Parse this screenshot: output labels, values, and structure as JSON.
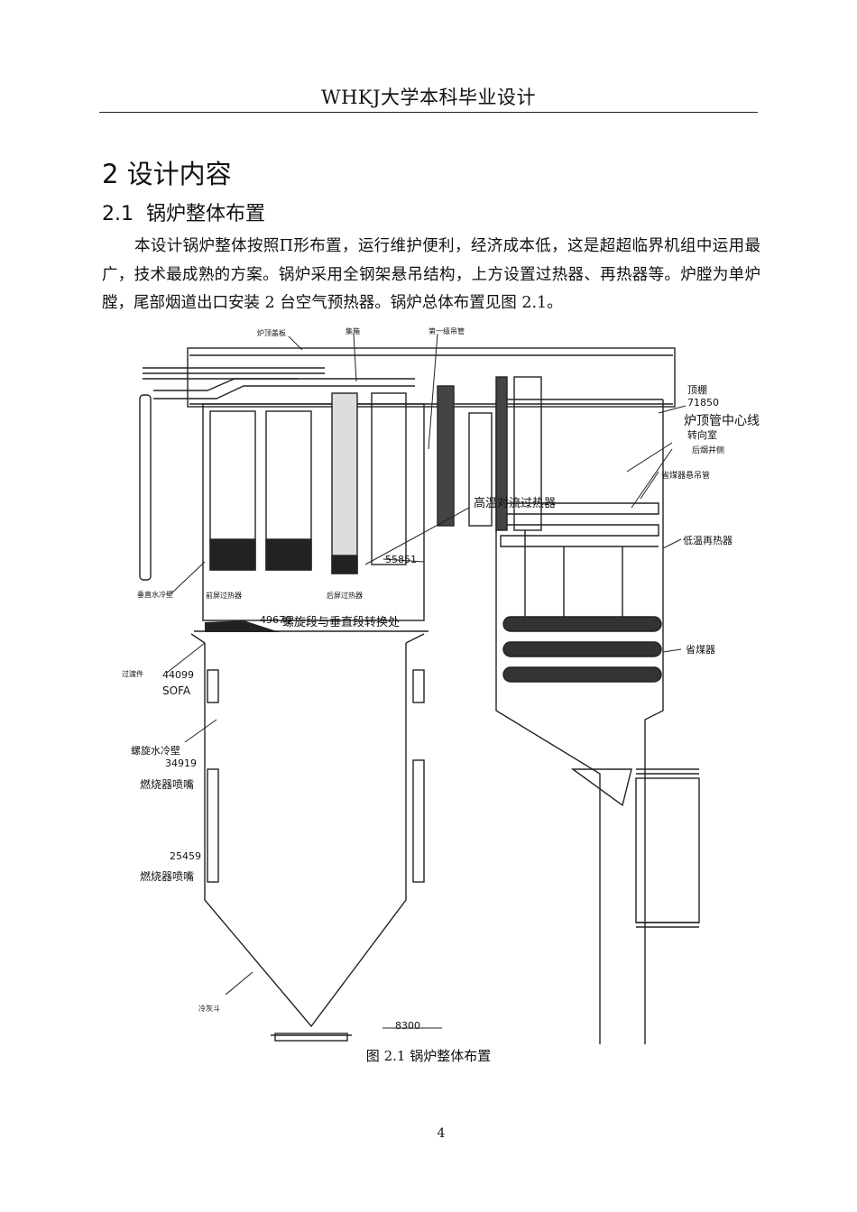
{
  "header": {
    "title": "WHKJ大学本科毕业设计"
  },
  "chapter": {
    "title": "2 设计内容"
  },
  "section": {
    "number": "2.1",
    "title": "锅炉整体布置"
  },
  "paragraph": "本设计锅炉整体按照Π形布置，运行维护便利，经济成本低，这是超超临界机组中运用最广，技术最成熟的方案。锅炉采用全钢架悬吊结构，上方设置过热器、再热器等。炉膛为单炉膛，尾部烟道出口安装 2 台空气预热器。锅炉总体布置见图 2.1。",
  "figure": {
    "labels": {
      "roof_cover": "炉顶盖板",
      "header": "集箱",
      "stage1_pipe": "第一级吊管",
      "top_shed": "顶棚",
      "elev_top": "71850",
      "roof_center": "炉顶管中心线",
      "turn_chamber": "转向室",
      "rear_pass": "后烟井侧",
      "eco_hanger": "省煤器悬吊管",
      "ht_conv_sh": "高温对流过热器",
      "lt_reheater": "低温再热器",
      "elev_55851": "55851",
      "vert_wall": "垂直水冷壁",
      "front_screen": "前屏过热器",
      "rear_screen": "后屏过热器",
      "elev_49670": "49670",
      "transition": "螺旋段与垂直段转换处",
      "economizer": "省煤器",
      "transition_header": "过渡件",
      "elev_44099": "44099",
      "sofa": "SOFA",
      "spiral_wall": "螺旋水冷壁",
      "elev_34919": "34919",
      "burner1": "燃烧器喷嘴",
      "elev_25459": "25459",
      "burner2": "燃烧器喷嘴",
      "ash_hopper": "冷灰斗",
      "elev_8300": "8300"
    }
  },
  "caption": "图 2.1 锅炉整体布置",
  "page_number": "4"
}
